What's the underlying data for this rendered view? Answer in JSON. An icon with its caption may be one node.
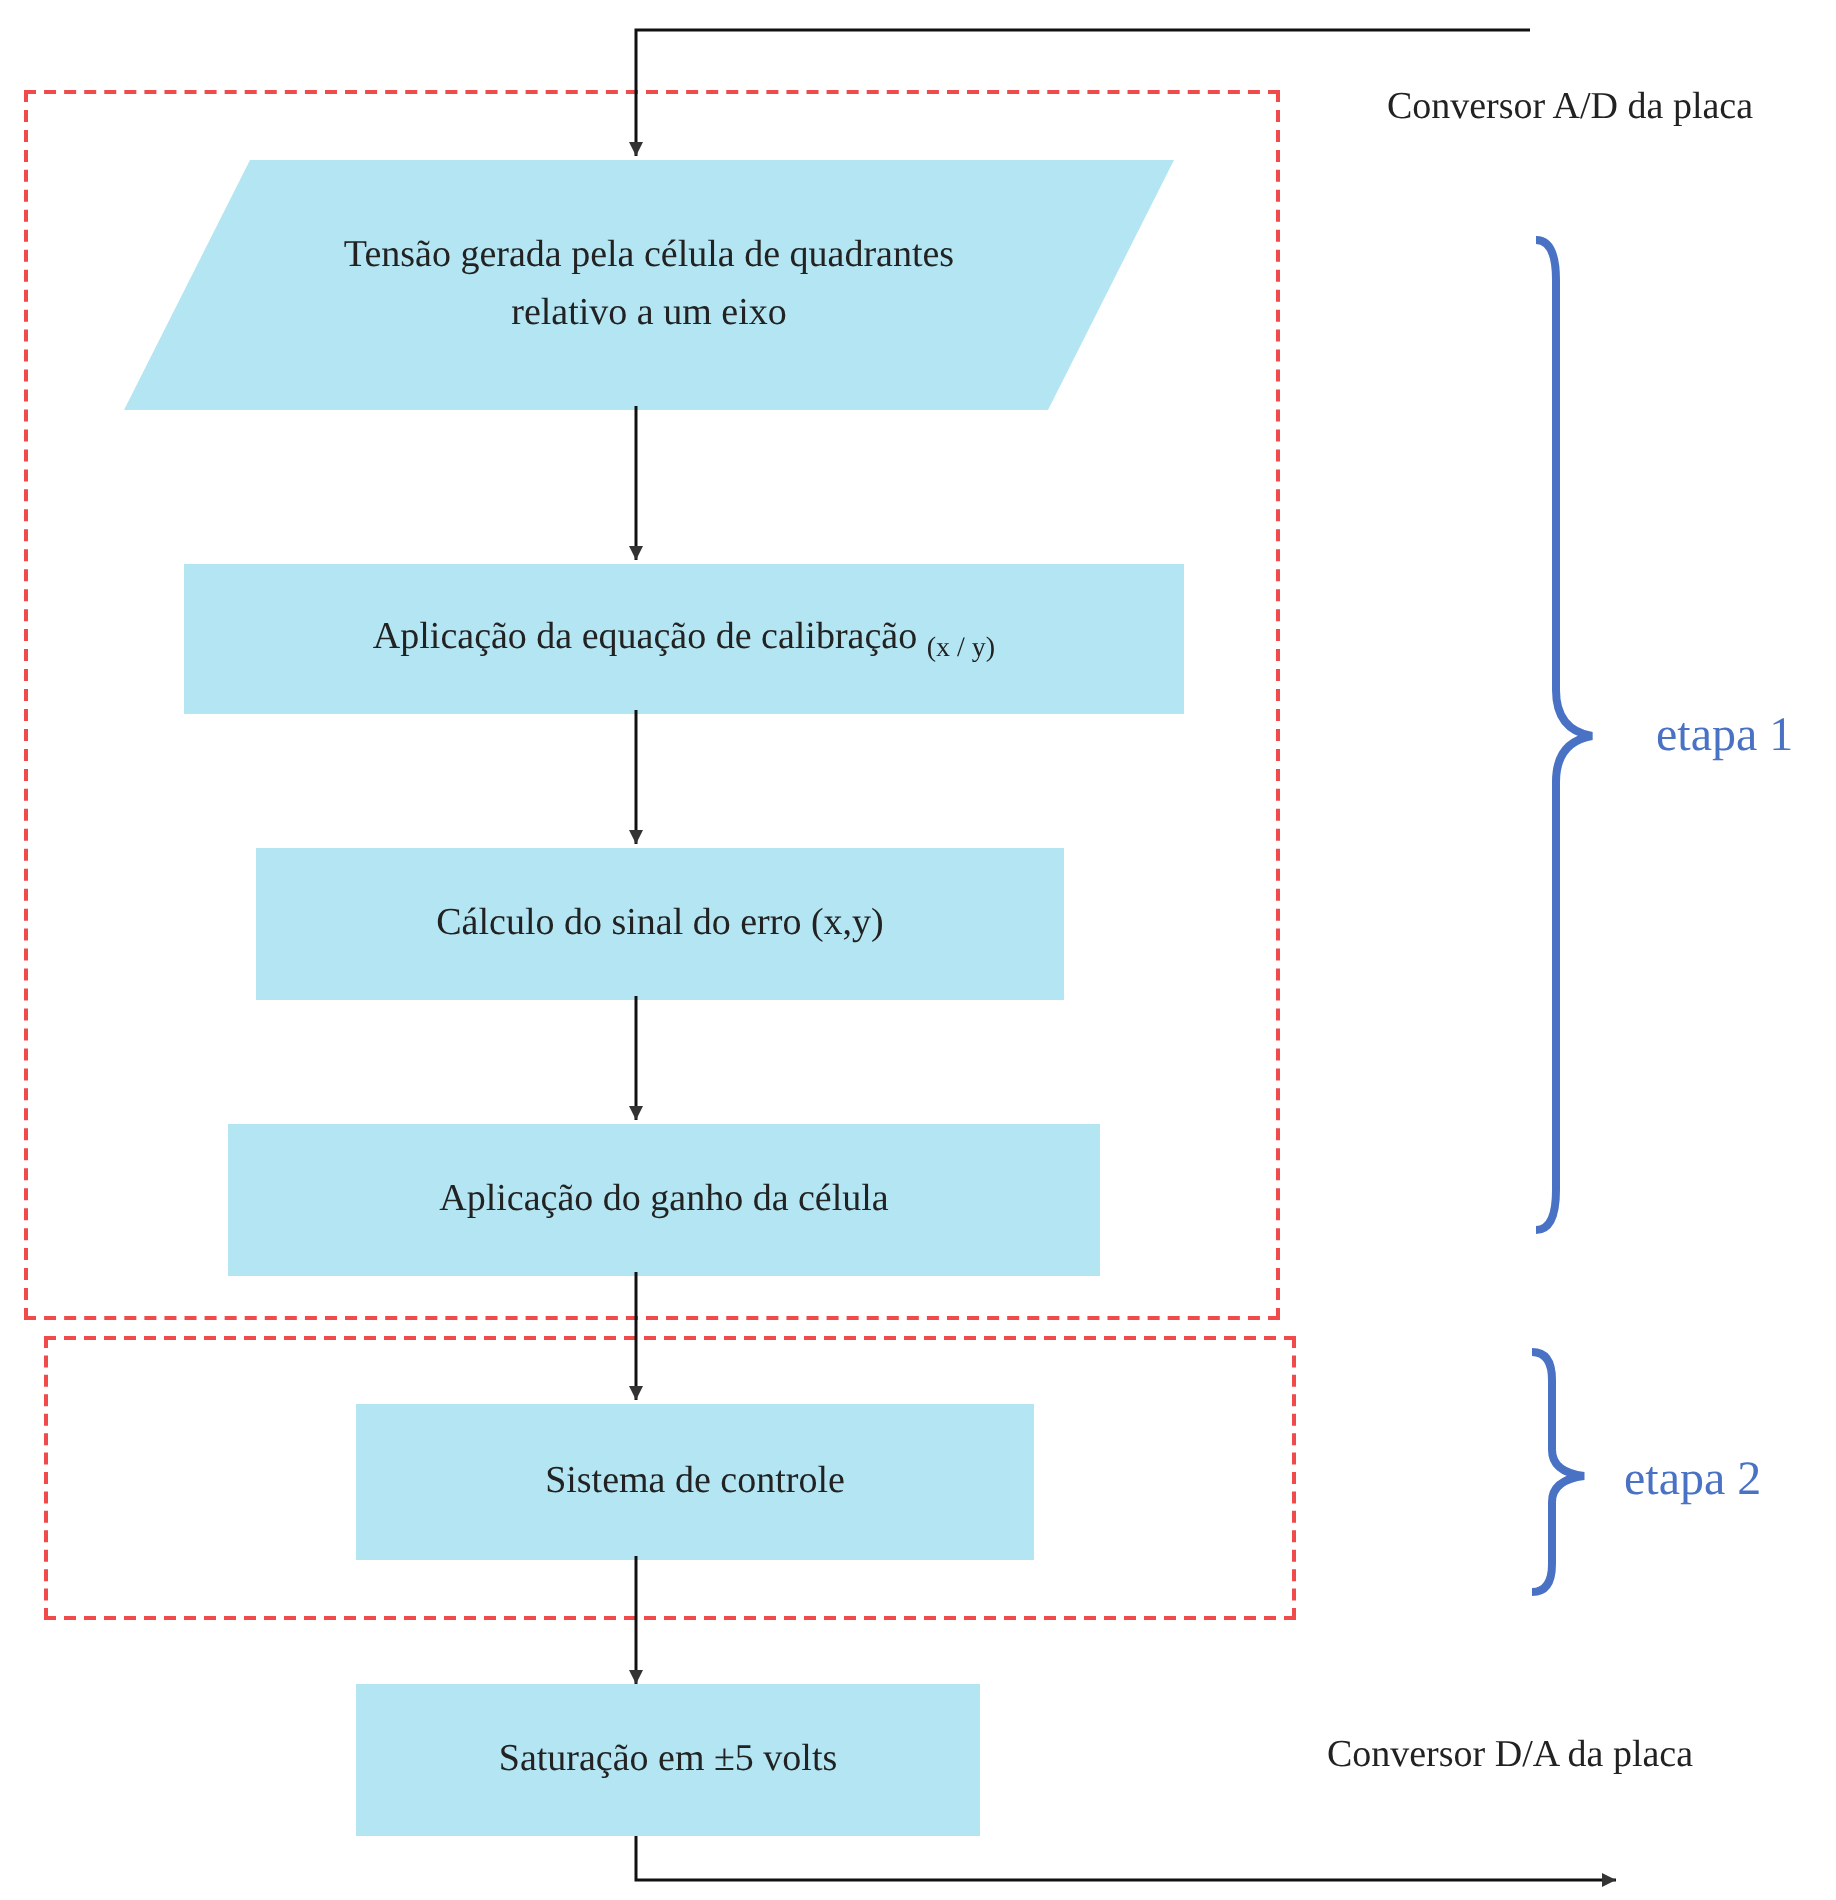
{
  "diagram": {
    "nodes": [
      {
        "text": [],
        "shape": "box"
      },
      {
        "text": [
          "Tensão gerada pela célula de quadrantes relativo a um eixo"
        ],
        "in": 0
      },
      {
        "text": [
          "Aplicação da equação de calibração $_{(x / y)}$"
        ],
        "in": 0
      },
      {
        "text": [
          "Cálculo do sinal do erro (x,y)"
        ],
        "in": 0
      },
      {
        "text": [
          "Aplicação do ganho da célula"
        ],
        "in": 0
      },
      {
        "text": [],
        "shape": "box"
      },
      {
        "text": [
          "Sistema de controle"
        ],
        "in": 5
      },
      {
        "text": [
          "Saturação em ±5 volts"
        ]
      }
    ],
    "edges": [
      {
        "from": null,
        "to": 1,
        "arrow": "to"
      },
      {
        "from": 1,
        "to": 2,
        "arrow": "to"
      },
      {
        "from": 2,
        "to": 3,
        "arrow": "to"
      },
      {
        "from": 3,
        "to": 4,
        "arrow": "to"
      },
      {
        "from": 4,
        "to": 6,
        "arrow": "to"
      },
      {
        "from": 6,
        "to": 7,
        "arrow": "to"
      },
      {
        "from": 7,
        "to": null,
        "arrow": "to"
      }
    ],
    "labels": [
      "Conversor A/D da placa",
      "etapa 1",
      "etapa 2",
      "Conversor D/A da placa"
    ]
  }
}
